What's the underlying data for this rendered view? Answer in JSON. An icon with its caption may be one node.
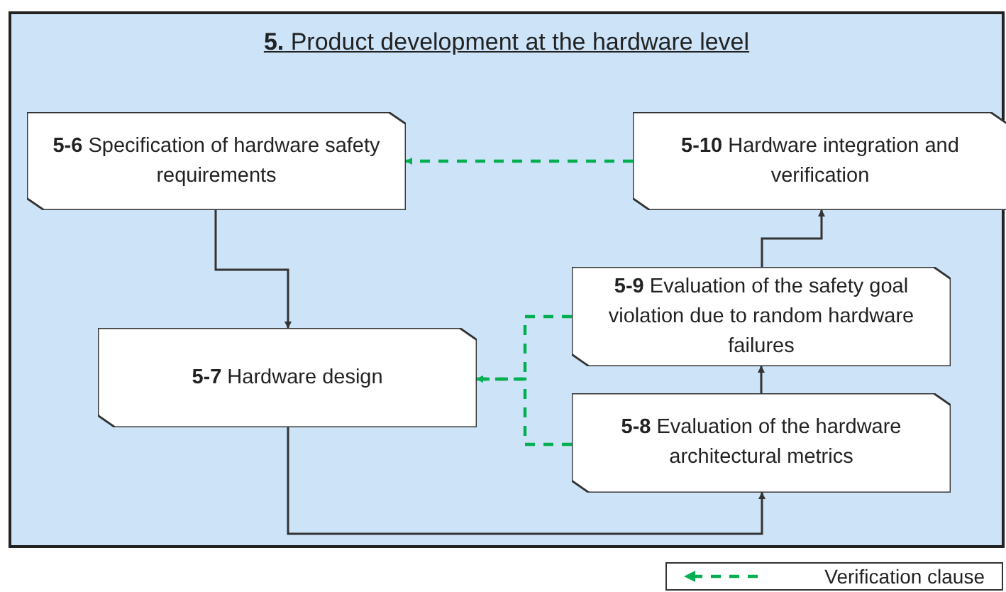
{
  "diagram": {
    "nodes": [
      {
        "text": [
          "**5.** Product development at the hardware level"
        ]
      },
      {
        "text": [
          "**5-6** Specification of hardware safety requirements"
        ],
        "in": 0
      },
      {
        "text": [
          "**5-10** Hardware integration and verification"
        ],
        "in": 0
      },
      {
        "text": [
          "**5-9** Evaluation of the safety goal violation due to random hardware failures"
        ],
        "in": 0
      },
      {
        "text": [
          "**5-7** Hardware design"
        ],
        "in": 0
      },
      {
        "text": [
          "**5-8** Evaluation of the hardware architectural metrics"
        ],
        "in": 0
      }
    ],
    "edges": [
      {
        "from": 1,
        "to": 4,
        "arrow": "to"
      },
      {
        "from": 4,
        "to": 5,
        "arrow": "to"
      },
      {
        "from": 5,
        "to": 3,
        "arrow": "to"
      },
      {
        "from": 3,
        "to": 2,
        "arrow": "to"
      },
      {
        "from": 2,
        "to": 1,
        "arrow": "to",
        "style": "dashed",
        "color": "#00b050"
      },
      {
        "from": 3,
        "to": 4,
        "arrow": "to",
        "style": "dashed",
        "color": "#00b050"
      },
      {
        "from": 5,
        "to": 4,
        "arrow": "to",
        "style": "dashed",
        "color": "#00b050"
      }
    ],
    "legend": [
      {
        "text": "Verification clause"
      }
    ]
  }
}
